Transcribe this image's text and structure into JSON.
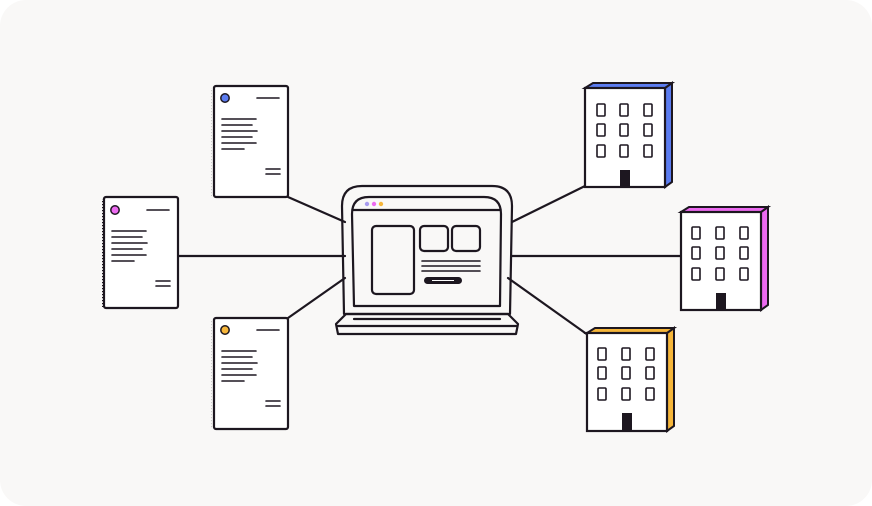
{
  "palette": {
    "ink": "#1d1720",
    "background": "#f9f8f7",
    "paper": "#ffffff",
    "blue": "#5b7cf0",
    "pink": "#ec6af0",
    "orange": "#f6b63a"
  },
  "documents": [
    {
      "name": "document-top",
      "accent": "#5b7cf0"
    },
    {
      "name": "document-middle",
      "accent": "#ec6af0"
    },
    {
      "name": "document-bottom",
      "accent": "#f6b63a"
    }
  ],
  "buildings": [
    {
      "name": "building-top",
      "accent": "#5b7cf0"
    },
    {
      "name": "building-middle",
      "accent": "#ec6af0"
    },
    {
      "name": "building-bottom",
      "accent": "#f6b63a"
    }
  ],
  "laptop": {
    "dots": [
      "#a89cf0",
      "#ec6af0",
      "#f6b63a"
    ]
  }
}
